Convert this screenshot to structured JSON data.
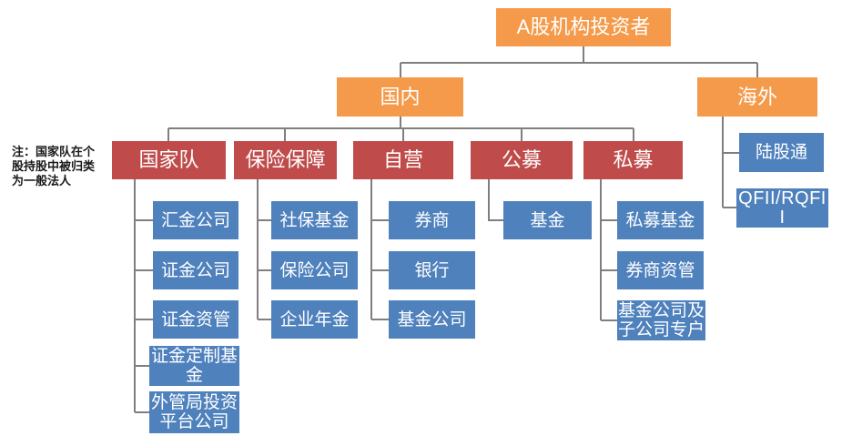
{
  "note": {
    "text": "注：国家队在个股持股中被归类为一般法人"
  },
  "palette": {
    "level1_orange": "#F49A4A",
    "level2_red": "#BF4C4B",
    "level3_blue": "#4F81BD",
    "connector_gray": "#7F7F7F",
    "box_text": "#FFFFFF",
    "note_text": "#1A1A1A"
  },
  "nodes": {
    "root": {
      "label": "A股机构投资者"
    },
    "domestic": {
      "label": "国内"
    },
    "overseas": {
      "label": "海外"
    },
    "national_team": {
      "label": "国家队"
    },
    "insurance_protection": {
      "label": "保险保障"
    },
    "proprietary": {
      "label": "自营"
    },
    "public_offering": {
      "label": "公募"
    },
    "private_offering": {
      "label": "私募"
    },
    "huijin": {
      "label": "汇金公司"
    },
    "zhengjin_co": {
      "label": "证金公司"
    },
    "zhengjin_am": {
      "label": "证金资管"
    },
    "zhengjin_custom_fund": {
      "label": "证金定制基金"
    },
    "safe_platform": {
      "label": "外管局投资平台公司"
    },
    "social_security_fund": {
      "label": "社保基金"
    },
    "insurance_company": {
      "label": "保险公司"
    },
    "enterprise_annuity": {
      "label": "企业年金"
    },
    "broker": {
      "label": "券商"
    },
    "bank": {
      "label": "银行"
    },
    "fund_company": {
      "label": "基金公司"
    },
    "fund": {
      "label": "基金"
    },
    "private_equity_fund": {
      "label": "私募基金"
    },
    "broker_am": {
      "label": "券商资管"
    },
    "fund_subsidiary_account": {
      "label": "基金公司及子公司专户"
    },
    "stock_connect": {
      "label": "陆股通"
    },
    "qfii_rqfii": {
      "label": "QFII/RQFII"
    }
  },
  "hierarchy": {
    "A股机构投资者": {
      "国内": {
        "国家队": [
          "汇金公司",
          "证金公司",
          "证金资管",
          "证金定制基金",
          "外管局投资平台公司"
        ],
        "保险保障": [
          "社保基金",
          "保险公司",
          "企业年金"
        ],
        "自营": [
          "券商",
          "银行",
          "基金公司"
        ],
        "公募": [
          "基金"
        ],
        "私募": [
          "私募基金",
          "券商资管",
          "基金公司及子公司专户"
        ]
      },
      "海外": [
        "陆股通",
        "QFII/RQFII"
      ]
    }
  }
}
